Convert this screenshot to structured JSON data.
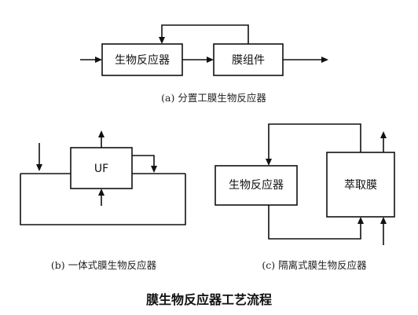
{
  "diagram": {
    "part_a": {
      "box_left": "生物反应器",
      "box_right": "膜组件",
      "caption": "(a) 分置工膜生物反应器"
    },
    "part_b": {
      "box": "UF",
      "caption": "(b) 一体式膜生物反应器"
    },
    "part_c": {
      "box_left": "生物反应器",
      "box_right": "萃取膜",
      "caption": "(c) 隔离式膜生物反应器"
    },
    "title": "膜生物反应器工艺流程"
  },
  "colors": {
    "line": "#111111",
    "background": "#ffffff"
  }
}
